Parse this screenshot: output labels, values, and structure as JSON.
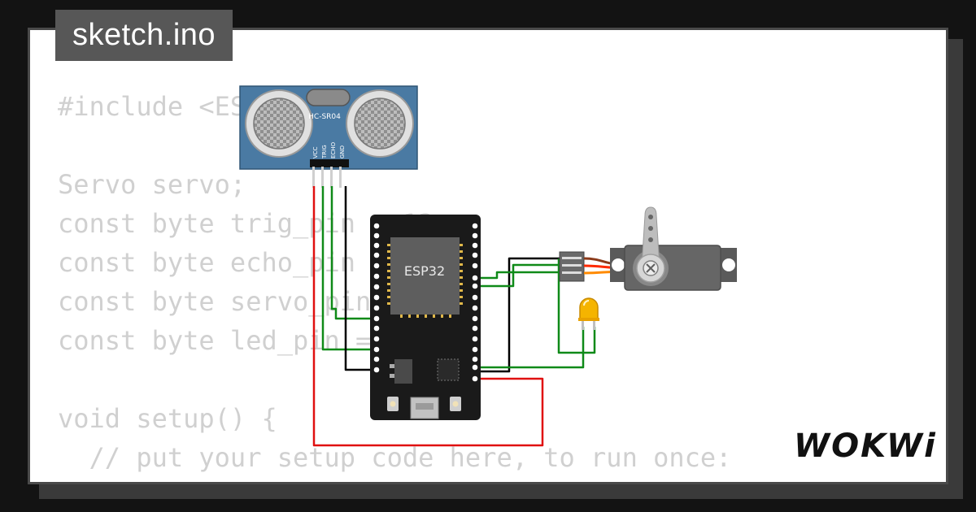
{
  "file_tab": {
    "label": "sketch.ino"
  },
  "code_lines": [
    "#include <ESP32Servo.h>",
    "",
    "Servo servo;",
    "const byte trig_pin = 13;",
    "const byte echo_pin = 12;",
    "const byte servo_pin = 14;",
    "const byte led_pin = 27;",
    "",
    "void setup() {",
    "  // put your setup code here, to run once:"
  ],
  "sensor": {
    "model": "HC-SR04",
    "pins": [
      "VCC",
      "TRIG",
      "ECHO",
      "GND"
    ]
  },
  "board": {
    "label": "ESP32"
  },
  "logo": {
    "text": "WOKWi"
  },
  "colors": {
    "background": "#131313",
    "card": "#ffffff",
    "card_shadow": "#3a3a3a",
    "tab": "#575757",
    "code_text": "#d0d0d0",
    "sensor_blue": "#4a7aa3",
    "board_black": "#1a1a1a",
    "chip_gray": "#5e5e5e",
    "wire_red": "#e01010",
    "wire_green": "#0f8a18",
    "wire_black": "#000000",
    "led_amber": "#f5b400",
    "servo_gray": "#666666",
    "servo_wire_orange": "#ff6a00"
  }
}
